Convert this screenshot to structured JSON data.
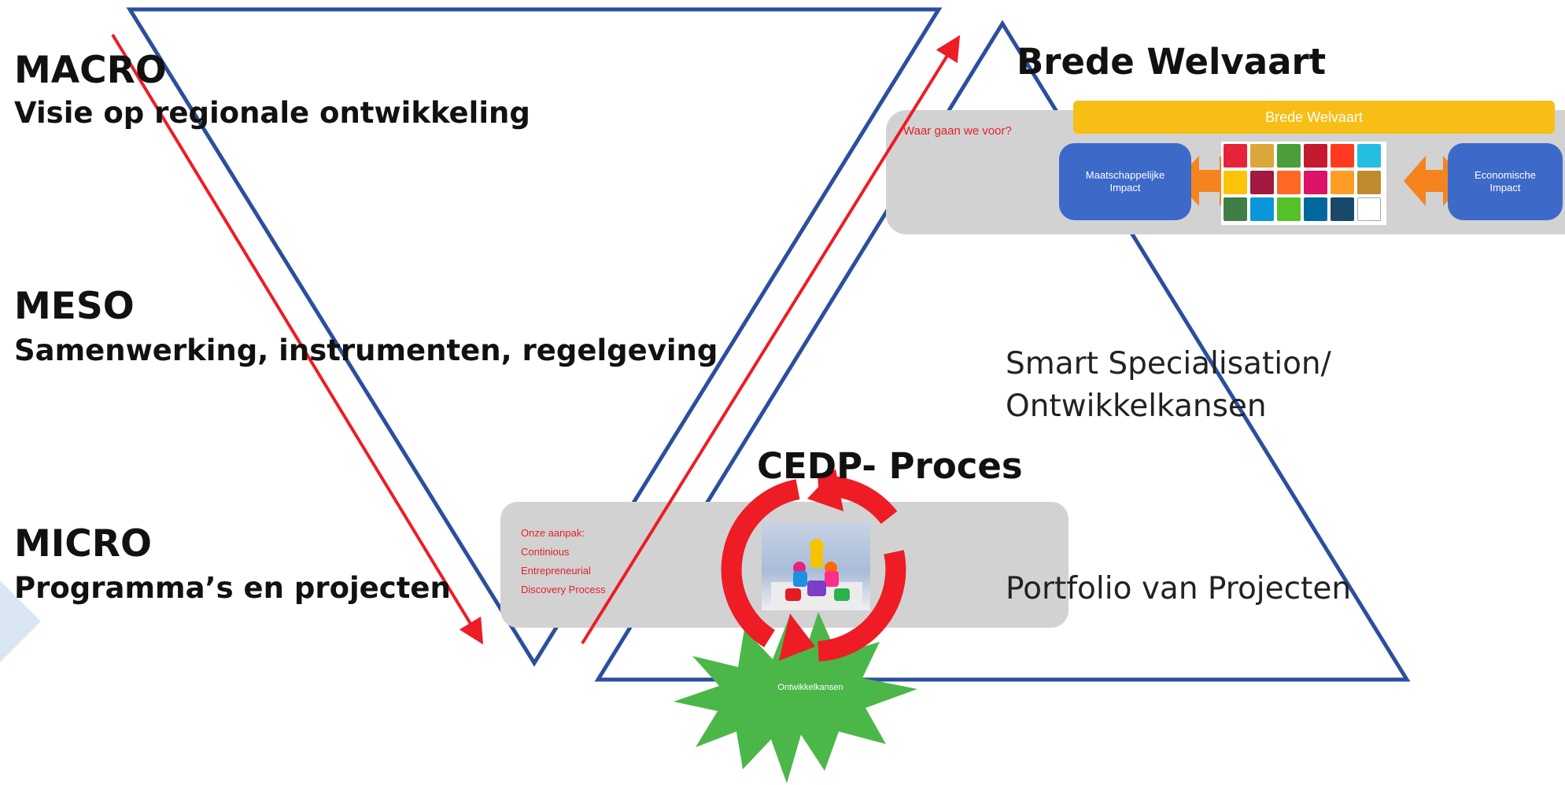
{
  "levels": {
    "macro": {
      "title": "MACRO",
      "subtitle": "Visie op regionale ontwikkeling"
    },
    "meso": {
      "title": "MESO",
      "subtitle": "Samenwerking, instrumenten, regelgeving"
    },
    "micro": {
      "title": "MICRO",
      "subtitle": "Programma’s en projecten"
    }
  },
  "right_triangle": {
    "title": "Brede Welvaart",
    "middle_text": [
      "Smart Specialisation/",
      "Ontwikkelkansen"
    ],
    "bottom_text": "Portfolio van Projecten"
  },
  "brede_welvaart_panel": {
    "question": "Waar gaan we voor?",
    "bar_label": "Brede Welvaart",
    "left_box": [
      "Maatschappelijke",
      "Impact"
    ],
    "right_box": [
      "Economische",
      "Impact"
    ]
  },
  "cedp": {
    "title": "CEDP- Proces",
    "approach": [
      "Onze aanpak:",
      "Continious",
      "Entrepreneurial",
      "Discovery Process"
    ],
    "starburst_label": "Ontwikkelkansen"
  },
  "colors": {
    "triangle_stroke": "#2b4f9e",
    "red_arrow": "#ee1c24",
    "grey_band": "#d2d2d2",
    "bar_yellow": "#f7be16",
    "impact_blue": "#3d69c8",
    "orange_arrow": "#f5841f",
    "starburst_green": "#4bb749"
  },
  "sdg_colors": [
    "#e5243b",
    "#dda63a",
    "#4c9f38",
    "#c5192d",
    "#ff3a21",
    "#26bde2",
    "#fcc30b",
    "#a21942",
    "#fd6925",
    "#dd1367",
    "#fd9d24",
    "#bf8b2e",
    "#3f7e44",
    "#0a97d9",
    "#56c02b",
    "#00689d",
    "#19486a",
    "#ffffff"
  ]
}
